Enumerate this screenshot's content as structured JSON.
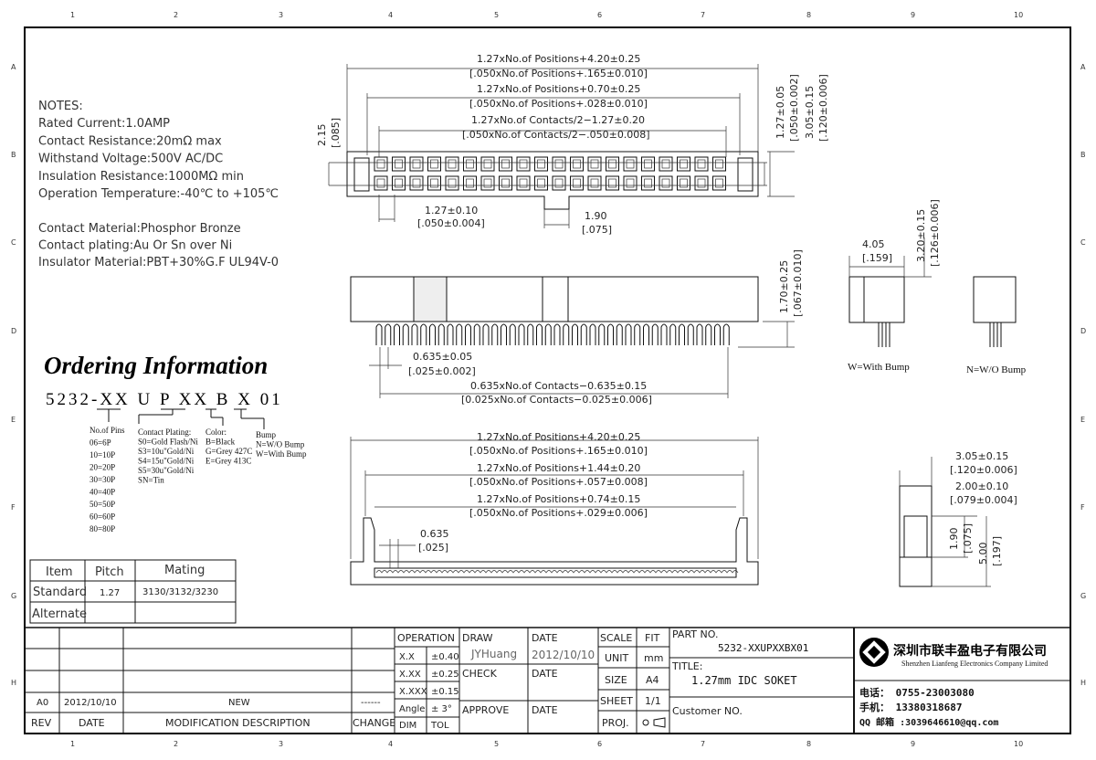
{
  "grid": {
    "cols": [
      "1",
      "2",
      "3",
      "4",
      "5",
      "6",
      "7",
      "8",
      "9",
      "10"
    ],
    "rows": [
      "A",
      "B",
      "C",
      "D",
      "E",
      "F",
      "G",
      "H"
    ]
  },
  "notes": {
    "title": "NOTES:",
    "lines": [
      "Rated Current:1.0AMP",
      "Contact Resistance:20mΩ max",
      "Withstand Voltage:500V AC/DC",
      "Insulation Resistance:1000MΩ min",
      "Operation Temperature:-40℃ to +105℃"
    ],
    "materials": [
      "Contact Material:Phosphor Bronze",
      "Contact plating:Au Or Sn over Ni",
      "Insulator Material:PBT+30%G.F UL94V-0"
    ]
  },
  "ordering": {
    "title": "Ordering Information",
    "code": "5232-XX U P XX B X 01",
    "pins": {
      "title": "No.of Pins",
      "items": [
        "06=6P",
        "10=10P",
        "20=20P",
        "30=30P",
        "40=40P",
        "50=50P",
        "60=60P",
        "80=80P"
      ]
    },
    "plating": {
      "title": "Contact Plating:",
      "items": [
        "S0=Gold Flash/Ni",
        "S3=10u\"Gold/Ni",
        "S4=15u\"Gold/Ni",
        "S5=30u\"Gold/Ni",
        "SN=Tin"
      ]
    },
    "color": {
      "title": "Color:",
      "items": [
        "B=Black",
        "G=Grey 427C",
        "E=Grey 413C"
      ]
    },
    "bump": {
      "title": "Bump",
      "items": [
        "N=W/O Bump",
        "W=With Bump"
      ]
    }
  },
  "item_table": {
    "headers": [
      "Item",
      "Pitch",
      "Mating"
    ],
    "rows": [
      [
        "Standard",
        "1.27",
        "3130/3132/3230"
      ],
      [
        "Alternate",
        "",
        ""
      ]
    ]
  },
  "dims": {
    "top1a": "1.27xNo.of Positions+4.20±0.25",
    "top1b": "[.050xNo.of Positions+.165±0.010]",
    "top2a": "1.27xNo.of Positions+0.70±0.25",
    "top2b": "[.050xNo.of Positions+.028±0.010]",
    "top3a": "1.27xNo.of Contacts/2−1.27±0.20",
    "top3b": "[.050xNo.of Contacts/2−.050±0.008]",
    "h215a": "2.15",
    "h215b": "[.085]",
    "h127a": "1.27±0.05",
    "h127b": "[.050±0.002]",
    "h305a": "3.05±0.15",
    "h305b": "[.120±0.006]",
    "p127a": "1.27±0.10",
    "p127b": "[.050±0.004]",
    "k190a": "1.90",
    "k190b": "[.075]",
    "s170a": "1.70±0.25",
    "s170b": "[.067±0.010]",
    "s635a": "0.635±0.05",
    "s635b": "[.025±0.002]",
    "sLa": "0.635xNo.of Contacts−0.635±0.15",
    "sLb": "[0.025xNo.of Contacts−0.025±0.006]",
    "w405a": "4.05",
    "w405b": "[.159]",
    "w320a": "3.20±0.15",
    "w320b": "[.126±0.006]",
    "with_bump": "W=With Bump",
    "wo_bump": "N=W/O Bump",
    "f1a": "1.27xNo.of Positions+4.20±0.25",
    "f1b": "[.050xNo.of Positions+.165±0.010]",
    "f2a": "1.27xNo.of Positions+1.44±0.20",
    "f2b": "[.050xNo.of Positions+.057±0.008]",
    "f3a": "1.27xNo.of Positions+0.74±0.15",
    "f3b": "[.050xNo.of Positions+.029±0.006]",
    "f635a": "0.635",
    "f635b": "[.025]",
    "e305a": "3.05±0.15",
    "e305b": "[.120±0.006]",
    "e200a": "2.00±0.10",
    "e200b": "[.079±0.004]",
    "e190a": "1.90",
    "e190b": "[.075]",
    "e500a": "5.00",
    "e500b": "[.197]"
  },
  "revision": {
    "rev": "A0",
    "date": "2012/10/10",
    "desc": "NEW",
    "change": "------",
    "headers": [
      "REV",
      "DATE",
      "MODIFICATION DESCRIPTION",
      "CHANGE"
    ]
  },
  "tolerance": {
    "title": "OPERATION",
    "rows": [
      [
        "X.X",
        "±0.40"
      ],
      [
        "X.XX",
        "±0.25"
      ],
      [
        "X.XXX",
        "±0.15"
      ],
      [
        "Angle",
        "± 3°"
      ],
      [
        "DIM",
        "TOL"
      ]
    ]
  },
  "approval": {
    "draw": "DRAW",
    "drawer": "JYHuang",
    "date_label": "DATE",
    "draw_date": "2012/10/10",
    "check": "CHECK",
    "approve": "APPROVE"
  },
  "specs": {
    "scale": "SCALE",
    "scale_v": "FIT",
    "unit": "UNIT",
    "unit_v": "mm",
    "size": "SIZE",
    "size_v": "A4",
    "sheet": "SHEET",
    "sheet_v": "1/1",
    "proj": "PROJ."
  },
  "part": {
    "label": "PART NO.",
    "value": "5232-XXUPXXBX01",
    "title_label": "TITLE:",
    "title": "1.27mm IDC SOKET",
    "customer": "Customer NO."
  },
  "company": {
    "name_cn": "深圳市联丰盈电子有限公司",
    "name_en": "Shenzhen Lianfeng Electronics Company Limited",
    "phone": "电话： 0755-23003080",
    "mobile": "手机： 13380318687",
    "qq": "QQ 邮箱 :3039646610@qq.com"
  }
}
